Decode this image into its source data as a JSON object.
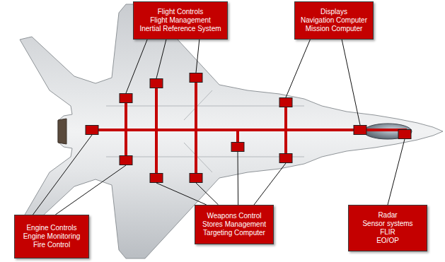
{
  "diagram": {
    "nodes": [
      {
        "text": [
          "Flight Controls",
          "Flight Management",
          "Inertial Reference System"
        ]
      },
      {
        "text": [
          "Displays",
          "Navigation Computer",
          "Mission Computer"
        ]
      },
      {
        "text": [
          "Engine Controls",
          "Engine Monitoring",
          "Fire Control"
        ]
      },
      {
        "text": [
          "Weapons Control",
          "Stores Management",
          "Targeting Computer"
        ]
      },
      {
        "text": [
          "Radar",
          "Sensor systems",
          "FLIR",
          "EO/OP"
        ]
      }
    ]
  }
}
